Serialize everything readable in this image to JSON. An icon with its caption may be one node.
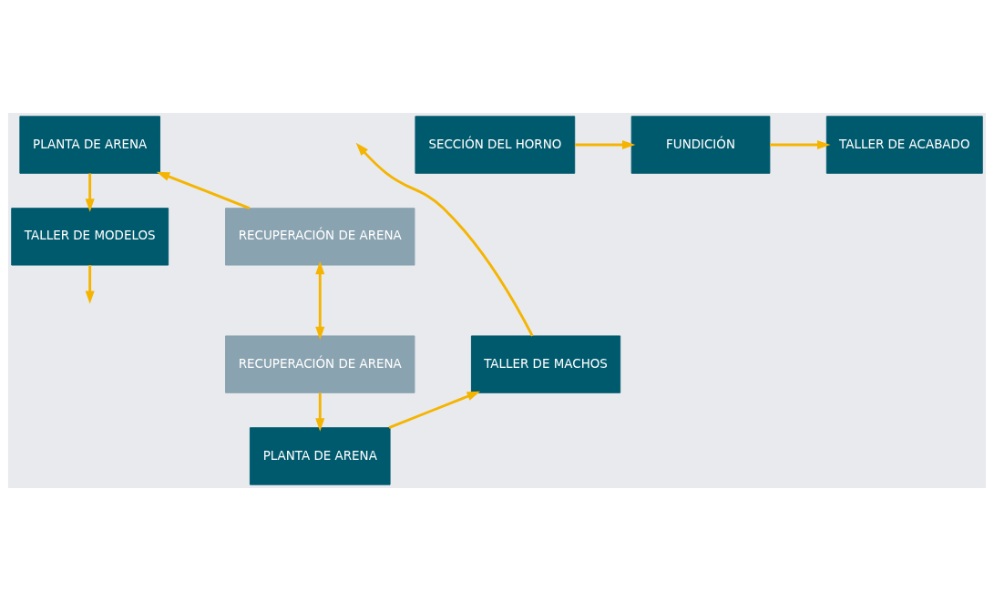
{
  "diagram": {
    "nodes": [
      {
        "text": [
          "PLANTA DE ARENA"
        ]
      },
      {
        "text": [
          "TALLER DE MODELOS"
        ]
      },
      {
        "text": [
          "RECUPERACIÓN DE ARENA"
        ]
      },
      {
        "text": [
          "SECCIÓN DEL HORNO"
        ]
      },
      {
        "text": [
          "FUNDICIÓN"
        ]
      },
      {
        "text": [
          "TALLER DE ACABADO"
        ]
      },
      {
        "text": [
          "TALLER DE MACHOS"
        ]
      },
      {
        "text": [
          "RECUPERACIÓN DE ARENA"
        ]
      },
      {
        "text": [
          "PLANTA DE ARENA"
        ]
      }
    ],
    "edges": [
      {
        "from": 0,
        "to": 1,
        "arrow": "to"
      },
      {
        "from": 2,
        "to": 0,
        "arrow": "to"
      },
      {
        "from": 1,
        "to": null,
        "arrow": "to"
      },
      {
        "from": 3,
        "to": 4,
        "arrow": "to"
      },
      {
        "from": 6,
        "to": null,
        "arrow": "to"
      },
      {
        "from": 4,
        "to": 5,
        "arrow": "to"
      },
      {
        "from": 2,
        "to": 7,
        "arrow": "both"
      },
      {
        "from": 7,
        "to": 8,
        "arrow": "to"
      },
      {
        "from": 8,
        "to": 6,
        "arrow": "to"
      }
    ]
  }
}
